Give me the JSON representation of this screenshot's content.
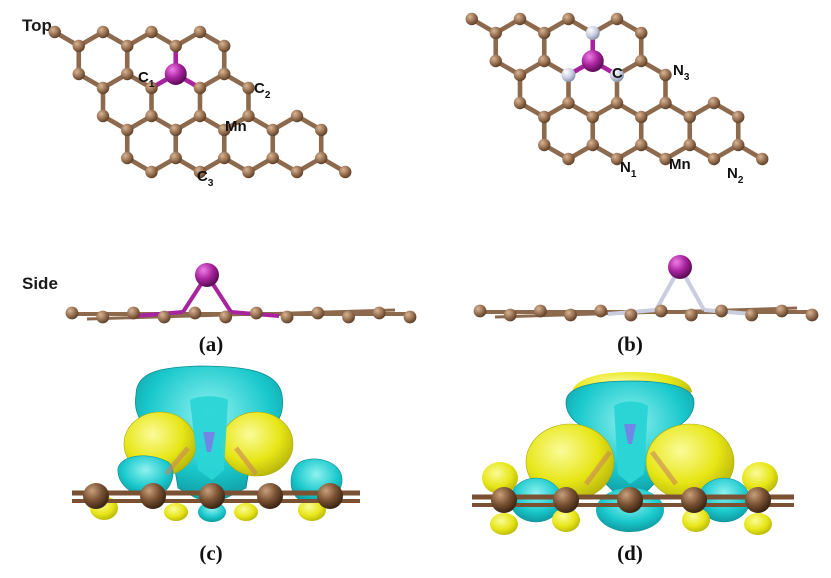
{
  "view_labels": {
    "top": "Top",
    "side": "Side"
  },
  "panel_labels": {
    "a": "(a)",
    "b": "(b)",
    "c": "(c)",
    "d": "(d)"
  },
  "atom_labels": {
    "a": {
      "c1": "C",
      "c1_sub": "1",
      "c2": "C",
      "c2_sub": "2",
      "c3": "C",
      "c3_sub": "3",
      "mn": "Mn"
    },
    "b": {
      "c": "C",
      "n1": "N",
      "n1_sub": "1",
      "n2": "N",
      "n2_sub": "2",
      "n3": "N",
      "n3_sub": "3",
      "mn": "Mn"
    }
  },
  "colors": {
    "carbon": "#9b7455",
    "carbon_bond": "#8d6a4e",
    "manganese": "#a8249e",
    "nitrogen": "#c8cde0",
    "isosurface_cyan": "#19c8cc",
    "isosurface_yellow": "#e7e616",
    "sheet": "#7a5233"
  }
}
